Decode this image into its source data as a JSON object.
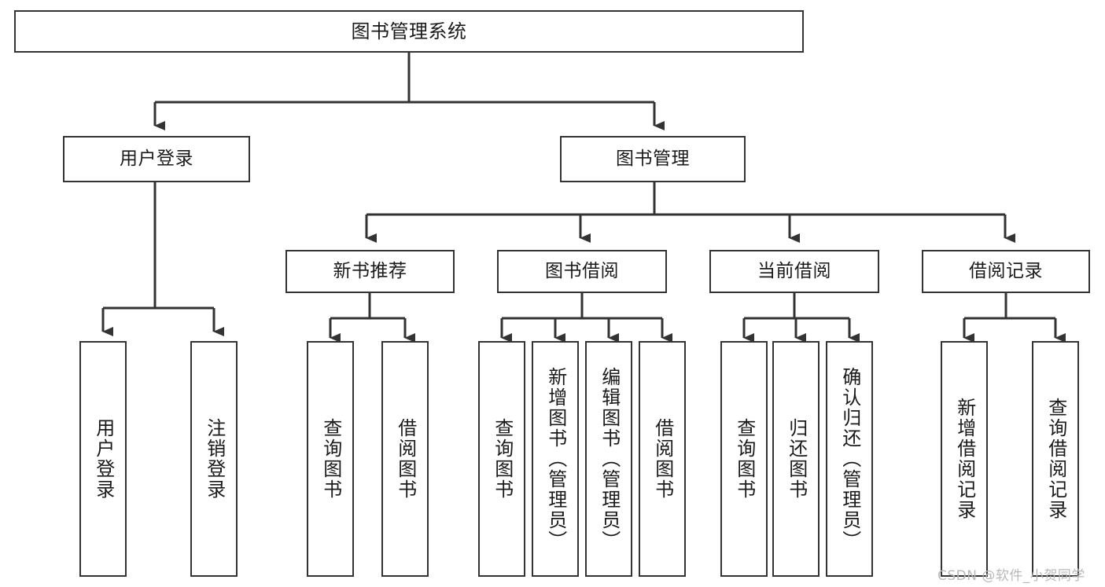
{
  "diagram": {
    "title": "图书管理系统",
    "type": "tree",
    "background_color": "#ffffff",
    "line_color": "#333333",
    "box_border_color": "#333333",
    "box_fill_color": "#ffffff",
    "text_color": "#1a1a1a"
  },
  "nodes": {
    "root": {
      "label": "图书管理系统"
    },
    "level1": [
      {
        "label": "用户登录"
      },
      {
        "label": "图书管理"
      }
    ],
    "level2": [
      {
        "label": "新书推荐"
      },
      {
        "label": "图书借阅"
      },
      {
        "label": "当前借阅"
      },
      {
        "label": "借阅记录"
      }
    ],
    "leaves": {
      "user_login": [
        {
          "label": "用户登录"
        },
        {
          "label": "注销登录"
        }
      ],
      "new_book_recommend": [
        {
          "label": "查询图书"
        },
        {
          "label": "借阅图书"
        }
      ],
      "book_borrow": [
        {
          "label": "查询图书"
        },
        {
          "label": "新增图书（管理员）"
        },
        {
          "label": "编辑图书（管理员）"
        },
        {
          "label": "借阅图书"
        }
      ],
      "current_borrow": [
        {
          "label": "查询图书"
        },
        {
          "label": "归还图书"
        },
        {
          "label": "确认归还（管理员）"
        }
      ],
      "borrow_record": [
        {
          "label": "新增借阅记录"
        },
        {
          "label": "查询借阅记录"
        }
      ]
    }
  },
  "watermark": {
    "text": "CSDN @软件_小贺同学",
    "color": "#b9b9b9"
  }
}
